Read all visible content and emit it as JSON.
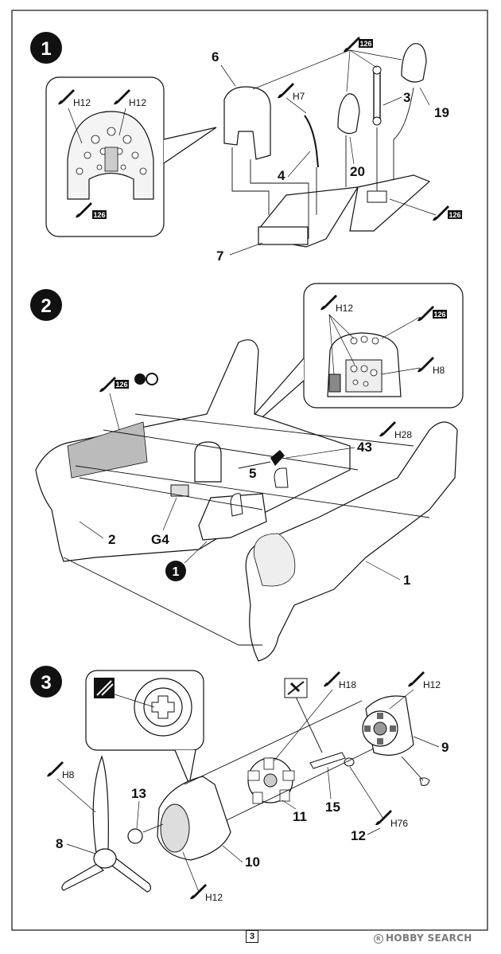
{
  "page": {
    "number": "3",
    "watermark": "HOBBY SEARCH"
  },
  "steps": [
    {
      "number": "1",
      "parts": {
        "p6": "6",
        "p3": "3",
        "p19": "19",
        "p4": "4",
        "p20": "20",
        "p7": "7"
      },
      "colors": {
        "h12a": "H",
        "h12a_n": "12",
        "h12b": "H",
        "h12b_n": "12",
        "c126a": "126",
        "h7": "H",
        "h7_n": "7",
        "c126b": "126",
        "c126c": "126"
      }
    },
    {
      "number": "2",
      "parts": {
        "p43": "43",
        "p5": "5",
        "p2": "2",
        "pG4": "G4",
        "p1": "1",
        "ref1": "1"
      },
      "colors": {
        "c126a": "126",
        "h12": "H",
        "h12_n": "12",
        "c126b": "126",
        "h8": "H",
        "h8_n": "8",
        "h28": "H",
        "h28_n": "28"
      }
    },
    {
      "number": "3",
      "parts": {
        "p9": "9",
        "p13": "13",
        "p8": "8",
        "p15": "15",
        "p11": "11",
        "p10": "10",
        "p12": "12"
      },
      "colors": {
        "h18": "H",
        "h18_n": "18",
        "h12a": "H",
        "h12a_n": "12",
        "h8": "H",
        "h8_n": "8",
        "h76": "H",
        "h76_n": "76",
        "h12b": "H",
        "h12b_n": "12"
      }
    }
  ]
}
